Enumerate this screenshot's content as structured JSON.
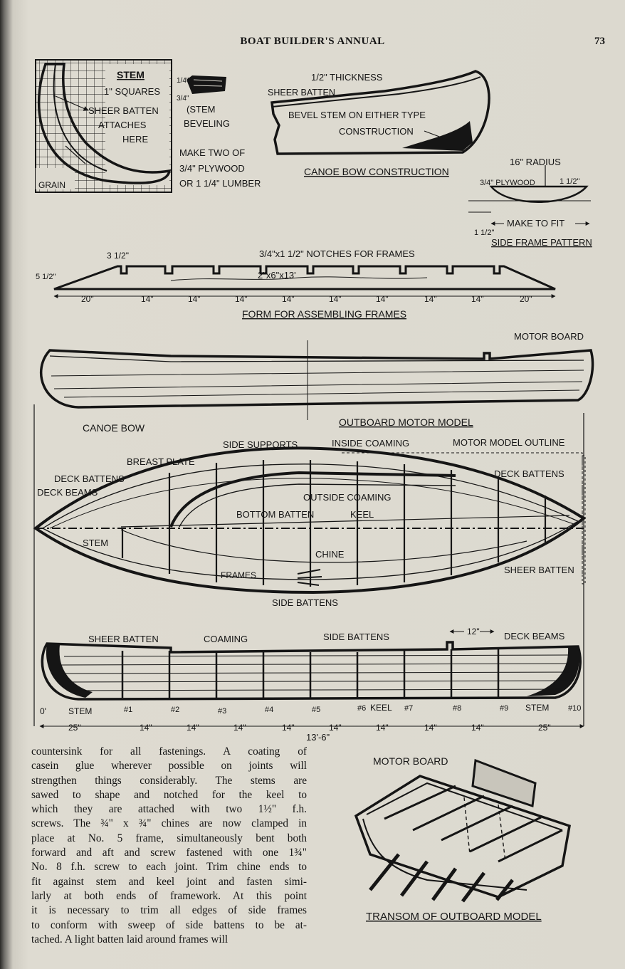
{
  "header": {
    "title": "BOAT BUILDER'S ANNUAL",
    "page_number": "73"
  },
  "stem_pattern": {
    "title": "STEM",
    "squares": "1\" SQUARES",
    "sheer_attach_1": "SHEER BATTEN",
    "sheer_attach_2": "ATTACHES",
    "sheer_attach_3": "HERE",
    "grain": "GRAIN",
    "bevel_1": "(STEM",
    "bevel_2": "BEVELING",
    "make_1": "MAKE TWO OF",
    "make_2": "3/4\" PLYWOOD",
    "make_3": "OR 1 1/4\" LUMBER",
    "dim_top": "1/4\"",
    "dim_bottom": "3/4\""
  },
  "canoe_bow": {
    "thickness": "1/2\" THICKNESS",
    "sheer_batten": "SHEER BATTEN",
    "bevel_1": "BEVEL STEM ON EITHER TYPE",
    "bevel_2": "CONSTRUCTION",
    "caption": "CANOE BOW CONSTRUCTION"
  },
  "side_frame": {
    "radius": "16\" RADIUS",
    "plywood": "3/4\" PLYWOOD",
    "dim_right": "1 1/2\"",
    "dim_left": "1 1/2\"",
    "make_to_fit": "MAKE TO FIT",
    "caption": "SIDE FRAME PATTERN"
  },
  "form": {
    "width_dim": "3 1/2\"",
    "notches": "3/4\"x1 1/2\" NOTCHES FOR FRAMES",
    "lumber": "2\"x6\"x13'",
    "height_dim": "5 1/2\"",
    "spacings": [
      "20\"",
      "14\"",
      "14\"",
      "14\"",
      "14\"",
      "14\"",
      "14\"",
      "14\"",
      "14\"",
      "20\""
    ],
    "caption": "FORM FOR ASSEMBLING FRAMES"
  },
  "profile": {
    "motor_board": "MOTOR BOARD",
    "canoe_bow": "CANOE BOW",
    "outboard_model": "OUTBOARD MOTOR MODEL"
  },
  "plan_view": {
    "side_supports": "SIDE SUPPORTS",
    "inside_coaming": "INSIDE COAMING",
    "motor_outline": "MOTOR MODEL OUTLINE",
    "breast_plate": "BREAST PLATE",
    "deck_battens_left": "DECK BATTENS",
    "deck_battens_right": "DECK BATTENS",
    "deck_beams": "DECK BEAMS",
    "outside_coaming": "OUTSIDE COAMING",
    "bottom_batten": "BOTTOM BATTEN",
    "keel": "KEEL",
    "stem": "STEM",
    "chine": "CHINE",
    "frames": "FRAMES",
    "sheer_batten": "SHEER BATTEN",
    "side_battens": "SIDE BATTENS"
  },
  "side_elevation": {
    "sheer_batten": "SHEER BATTEN",
    "coaming": "COAMING",
    "side_battens": "SIDE BATTENS",
    "dim_12": "12\"",
    "deck_beams": "DECK BEAMS",
    "zero": "0'",
    "stem_left": "STEM",
    "stem_right": "STEM",
    "keel": "KEEL",
    "stations": [
      "#1",
      "#2",
      "#3",
      "#4",
      "#5",
      "#6",
      "#7",
      "#8",
      "#9",
      "#10"
    ],
    "spacings": [
      "25\"",
      "14\"",
      "14\"",
      "14\"",
      "14\"",
      "14\"",
      "14\"",
      "14\"",
      "14\"",
      "25\""
    ],
    "overall": "13'-6\""
  },
  "transom": {
    "motor_board": "MOTOR BOARD",
    "caption": "TRANSOM OF OUTBOARD MODEL"
  },
  "body_text": [
    "countersink for all fastenings. A coating of",
    "casein glue wherever possible on joints will",
    "strengthen things considerably. The stems are",
    "sawed to shape and notched for the keel to",
    "which they are attached with two 1½\" f.h.",
    "screws. The ¾\" x ¾\" chines are now clamped in",
    "place at No. 5 frame, simultaneously bent both",
    "forward and aft and screw fastened with one 1¾\"",
    "No. 8 f.h. screw to each joint. Trim chine ends to",
    "fit against stem and keel joint and fasten simi-",
    "larly at both ends of framework. At this point",
    "it is necessary to trim all edges of side frames",
    "to conform with sweep of side battens to be at-",
    "tached. A light batten laid around frames will"
  ]
}
